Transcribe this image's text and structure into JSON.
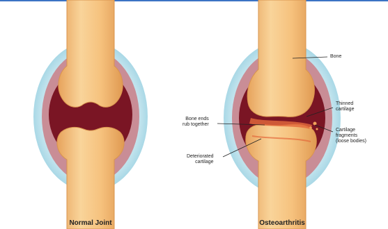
{
  "captions": {
    "left": "Normal Joint",
    "right": "Osteoarthritis"
  },
  "annotations": {
    "bone": "Bone",
    "thinned_cartilage": [
      "Thinned",
      "cartilage"
    ],
    "cartilage_fragments": [
      "Cartilage",
      "fragments",
      "(loose bodies)"
    ],
    "bone_ends_rub": [
      "Bone ends",
      "rub together"
    ],
    "deteriorated_cartilage": [
      "Deteriorated",
      "cartilage"
    ]
  },
  "colors": {
    "bone": "#f6c27e",
    "bone_shade": "#e7a35c",
    "joint_space": "#7a1524",
    "capsule": "#c98d96",
    "halo": "#bfe3ec",
    "cartilage_damage": "#e46a3c",
    "frame_top": "#3b73c4"
  }
}
